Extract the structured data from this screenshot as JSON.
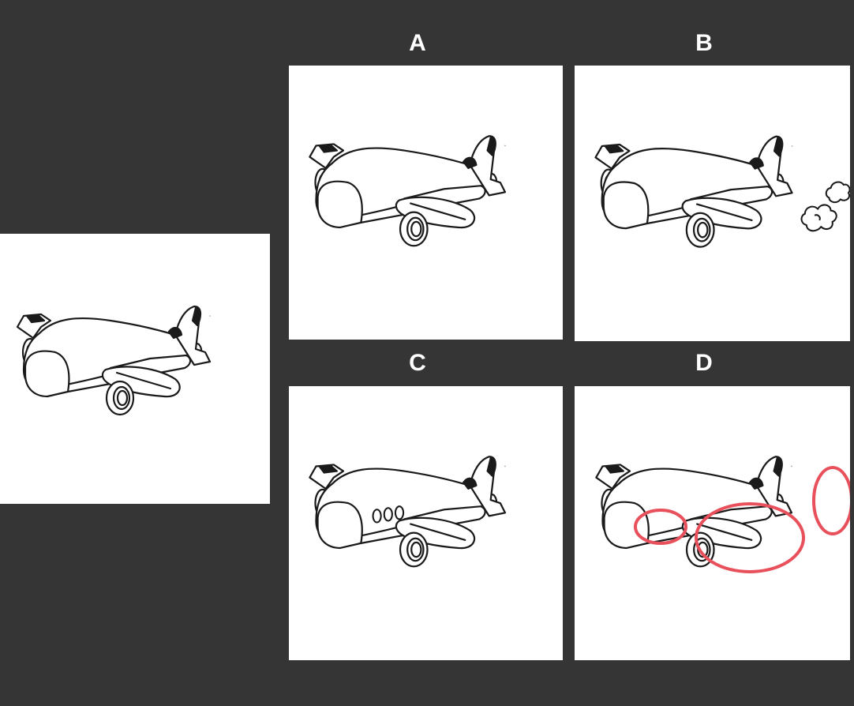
{
  "options": {
    "a": {
      "label": "A"
    },
    "b": {
      "label": "B"
    },
    "c": {
      "label": "C"
    },
    "d": {
      "label": "D"
    }
  },
  "colors": {
    "background": "#353535",
    "panel": "#ffffff",
    "ink": "#1a1a1a",
    "highlight_circle": "#e8505b"
  },
  "icons": {
    "reference": "airplane-icon",
    "a": "airplane-icon",
    "b": "airplane-with-smoke-icon",
    "c": "airplane-with-windows-icon",
    "d": "airplane-with-circled-differences-icon"
  }
}
